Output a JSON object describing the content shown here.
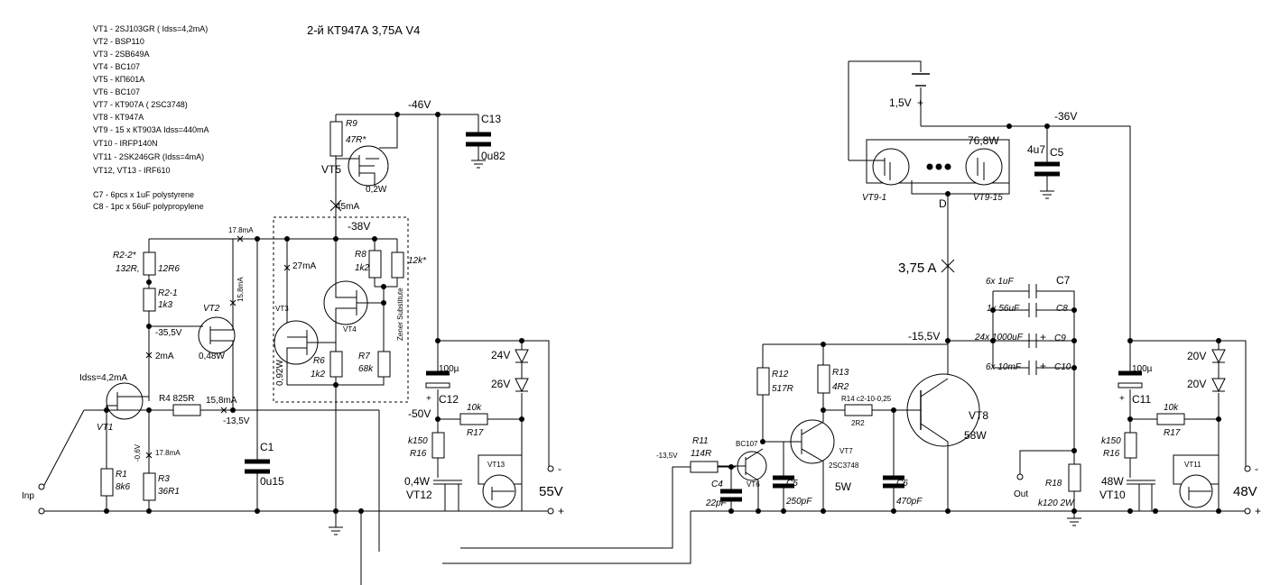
{
  "title": "2-й КТ947А 3,75А  V4",
  "parts_list": [
    "VT1 - 2SJ103GR ( Idss=4,2mA)",
    "VT2 - BSP110",
    "VT3 -  2SB649A",
    "VT4 -  BC107",
    "VT5 -  КП601А",
    "VT6 -  BC107",
    "VT7 - КТ907А ( 2SC3748)",
    "VT8 -  КТ947А",
    "VT9 -   15 x КТ903А Idss=440mA",
    "VT10 -   IRFP140N",
    "VT11 -   2SK246GR (Idss=4mA)",
    "VT12, VT13 -  IRF610"
  ],
  "cap_notes": [
    "C7 -  6pcs x 1uF polystyrene",
    "C8 -  1pc x 56uF polypropylene"
  ],
  "left": {
    "rail_neg46": "-46V",
    "r9_name": "R9",
    "r9_val": "47R*",
    "vt5_name": "VT5",
    "vt5_power": "0,2W",
    "c13_name": "C13",
    "c13_val": "0u82",
    "i_45": "45mA",
    "rail_neg38": "-38V",
    "i_178_top": "17.8mA",
    "r2_2_name": "R2-2*",
    "r2_2_val_a": "132R,",
    "r2_2_val_b": "12R6",
    "r2_1_name": "R2-1",
    "r2_1_val": "1k3",
    "vt2_name": "VT2",
    "vt2_power": "0,48W",
    "i_158_v": "15,8mA",
    "v_neg355": "-35,5V",
    "i_2": "2mA",
    "vt1_idss": "Idss=4,2mA",
    "vt1_name": "VT1",
    "r4_label": "R4 825R",
    "i_158_h": "15,8mA",
    "v_neg135": "-13,5V",
    "v_neg06": "-0,6V",
    "i_178_bot": "17.8mA",
    "r1_name": "R1",
    "r1_val": "8k6",
    "r3_name": "R3",
    "r3_val": "36R1",
    "c1_name": "C1",
    "c1_val": "0u15",
    "inp": "Inp",
    "i_27": "27mA",
    "vt3_name": "VT3",
    "vt3_power": "0,92W",
    "vt4_name": "VT4",
    "r8_name": "R8",
    "r8_val": "1k2",
    "r12k": "12k*",
    "zener_sub": "Zener Substitute",
    "r6_name": "R6",
    "r6_val": "1k2",
    "r7_name": "R7",
    "r7_val": "68k",
    "c12_val": "100µ",
    "c12_name": "C12",
    "c12_plus": "+",
    "z24": "24V",
    "z26": "26V",
    "v_neg50": "-50V",
    "r17_val": "10k",
    "r17_name": "R17",
    "r16_val": "k150",
    "r16_name": "R16",
    "vt12_power": "0,4W",
    "vt12_name": "VT12",
    "vt13_name": "VT13",
    "supply": "55V",
    "minus": "-",
    "plus": "+"
  },
  "right": {
    "bat": "1,5V",
    "bat_plus": "+",
    "rail_neg36": "-36V",
    "vt9_power": "76,8W",
    "c5_val": "4u7",
    "c5_name": "C5",
    "vt9_1": "VT9-1",
    "vt9_15": "VT9-15",
    "drain": "D",
    "i_375": "3,75 A",
    "c7_val": "6x 1uF",
    "c7_name": "C7",
    "c8_val": "1x 56uF",
    "c8_name": "C8",
    "c9_val": "24x 1000uF",
    "c9_name": "C9",
    "c9_plus": "+",
    "c10_val": "6x 10mF",
    "c10_name": "C10",
    "c10_plus": "+",
    "v_neg155": "-15,5V",
    "r12_name": "R12",
    "r12_val": "517R",
    "r13_name": "R13",
    "r13_val": "4R2",
    "r14_label": "R14 c2-10-0,25",
    "r14_val": "2R2",
    "vt8_name": "VT8",
    "vt8_power": "58W",
    "bc107": "BC107",
    "vt6": "VT6",
    "vt7_name": "VT7",
    "vt7_part": "2SC3748",
    "vt7_power": "5W",
    "r11_name": "R11",
    "r11_val": "114R",
    "v_neg135": "-13,5V",
    "c4_name": "C4",
    "c4_val": "22pF",
    "c5b_name": "C5",
    "c5b_val": "250pF",
    "c6_name": "C6",
    "c6_val": "470pF",
    "out": "Out",
    "r18_name": "R18",
    "r18_val": "k120 2W",
    "c11_val": "100µ",
    "c11_name": "C11",
    "c11_plus": "+",
    "z20a": "20V",
    "z20b": "20V",
    "r17_val": "10k",
    "r17_name": "R17",
    "r16_val": "k150",
    "r16_name": "R16",
    "vt10_power": "48W",
    "vt10_name": "VT10",
    "vt11_name": "VT11",
    "supply": "48V",
    "minus": "-",
    "plus": "+"
  }
}
